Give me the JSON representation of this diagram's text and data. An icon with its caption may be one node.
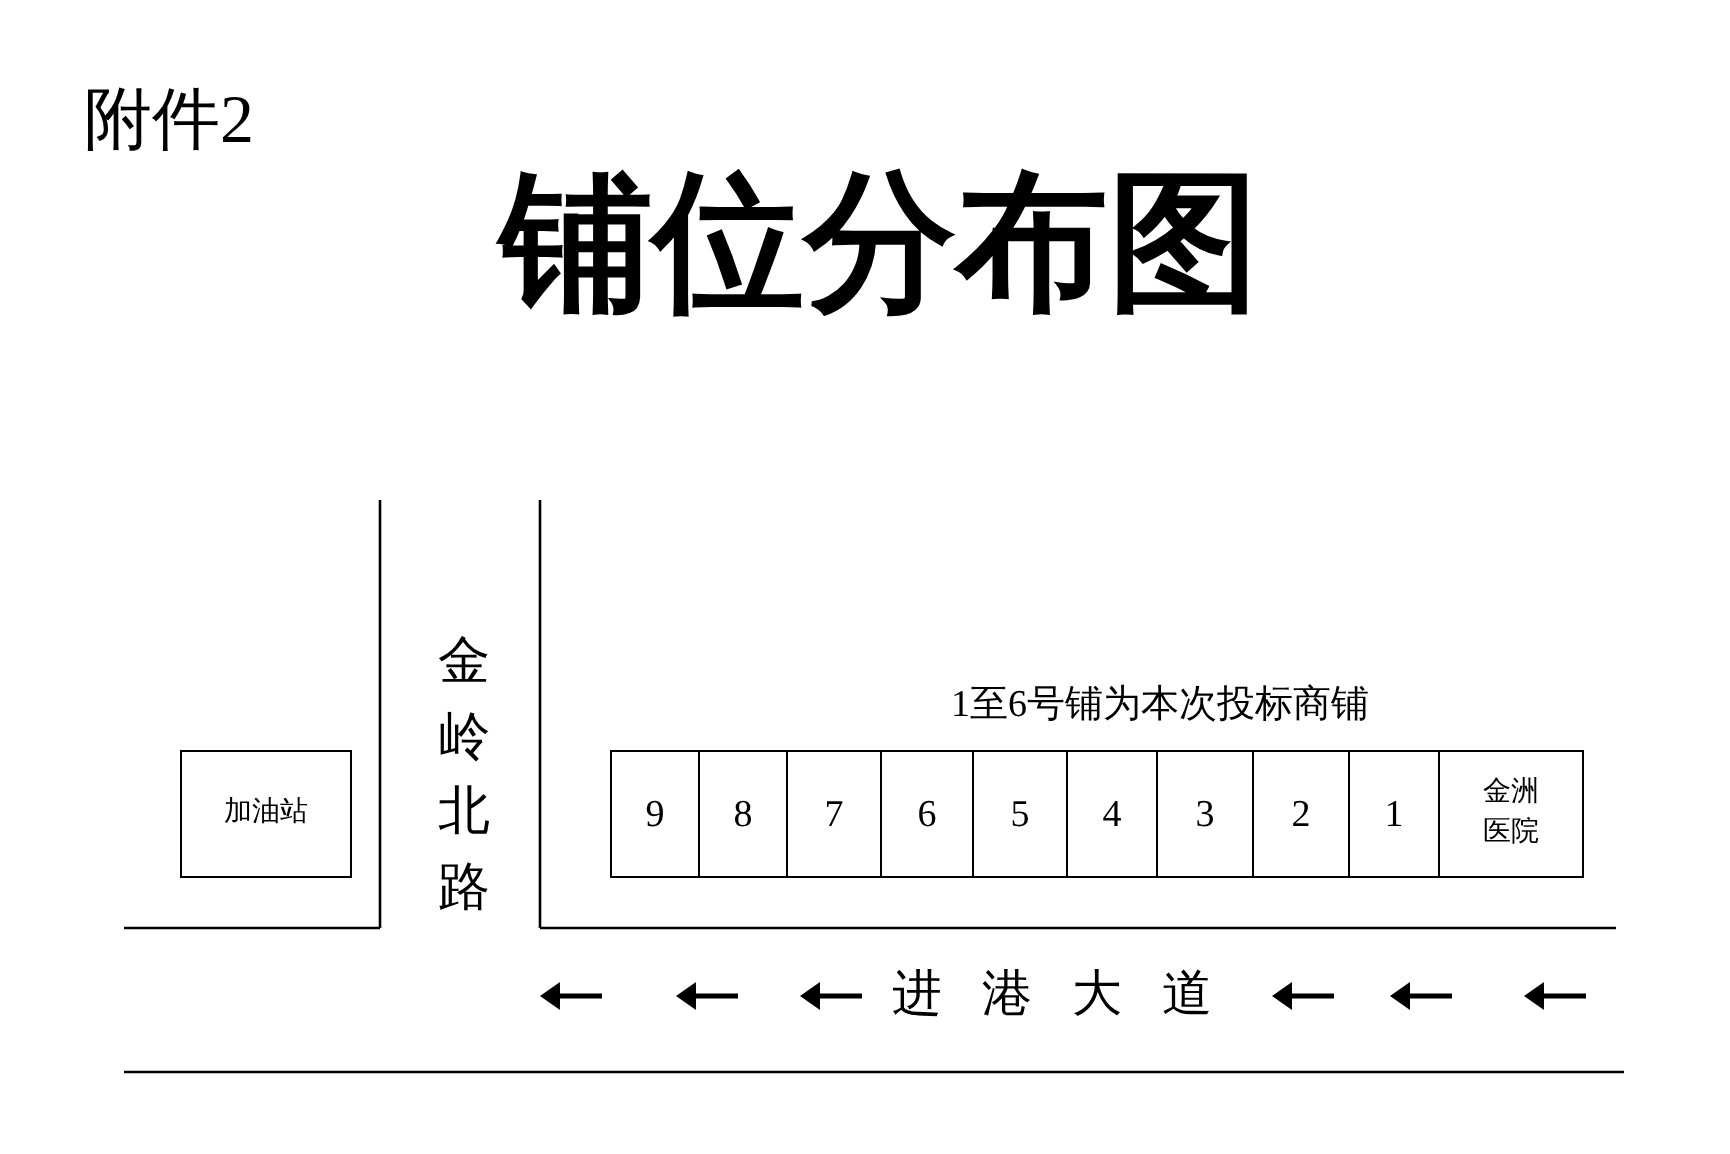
{
  "diagram": {
    "title": "铺位分布图",
    "nodes": [
      {
        "text": [
          "加油站"
        ]
      },
      {
        "text": [
          "9"
        ]
      },
      {
        "text": [
          "8"
        ]
      },
      {
        "text": [
          "7"
        ]
      },
      {
        "text": [
          "6"
        ]
      },
      {
        "text": [
          "5"
        ]
      },
      {
        "text": [
          "4"
        ]
      },
      {
        "text": [
          "3"
        ]
      },
      {
        "text": [
          "2"
        ]
      },
      {
        "text": [
          "1"
        ]
      },
      {
        "text": [
          "金洲医院"
        ]
      }
    ],
    "labels": [
      "附件2",
      "金岭北路",
      "1至6号铺为本次投标商铺",
      "进港大道"
    ]
  }
}
